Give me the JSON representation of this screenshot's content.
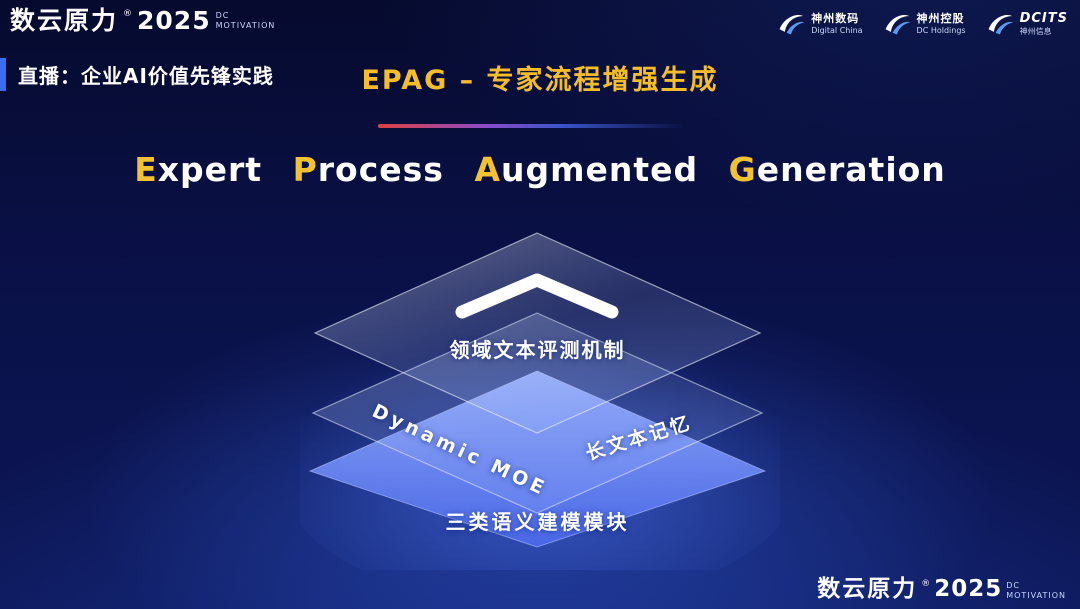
{
  "brand": {
    "name": "数云原力",
    "reg": "®",
    "year": "2025",
    "dc": "DC",
    "motivation": "MOTIVATION"
  },
  "header": {
    "live_label": "直播：企业AI价值先锋实践",
    "slide_title": "EPAG – 专家流程增强生成",
    "logos": [
      {
        "name": "神州数码",
        "sub": "Digital China"
      },
      {
        "name": "神州控股",
        "sub": "DC Holdings"
      },
      {
        "name": "DCITS",
        "sub": "神州信息"
      }
    ]
  },
  "main_title": {
    "words": [
      {
        "first": "E",
        "rest": "xpert"
      },
      {
        "first": "P",
        "rest": "rocess"
      },
      {
        "first": "A",
        "rest": "ugmented"
      },
      {
        "first": "G",
        "rest": "eneration"
      }
    ]
  },
  "diagram": {
    "top_layer_label": "领域文本评测机制",
    "middle_layer_left_label": "Dynamic MOE",
    "middle_layer_right_label": "长文本记忆",
    "bottom_layer_label": "三类语义建模模块"
  },
  "footer": {
    "brand": "数云原力",
    "reg": "®",
    "year": "2025",
    "dc": "DC",
    "motivation": "MOTIVATION"
  },
  "colors": {
    "gold": "#f2c230",
    "layer_blue": "#5b7cf5",
    "background_navy": "#0a1148"
  }
}
